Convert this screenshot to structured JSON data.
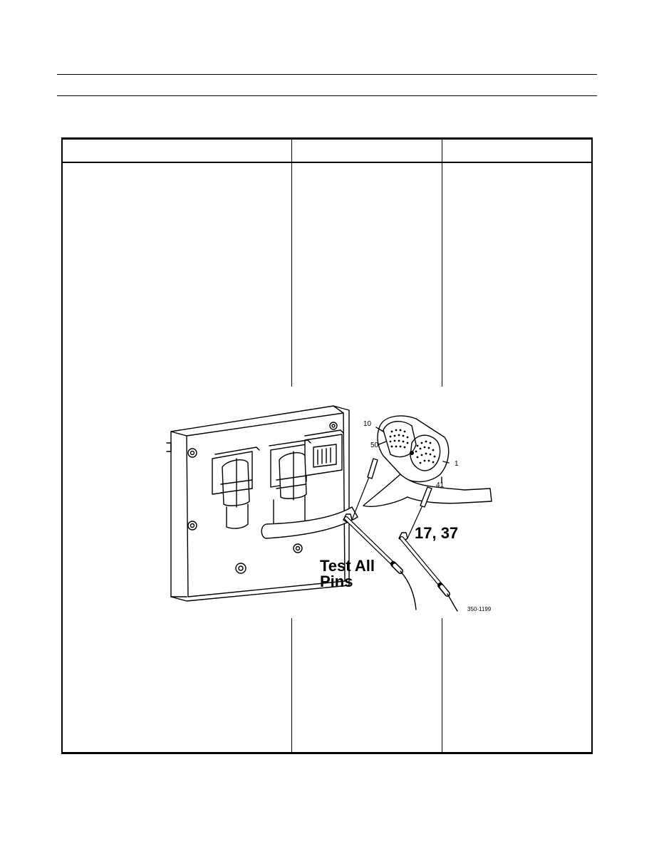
{
  "figure": {
    "callouts": {
      "pin_10": "10",
      "pin_50": "50",
      "pin_1": "1",
      "pin_41": "41",
      "pins_17_37": "17, 37",
      "test_all_line1": "Test All",
      "test_all_line2": "Pins"
    },
    "figure_number": "350-1199"
  }
}
